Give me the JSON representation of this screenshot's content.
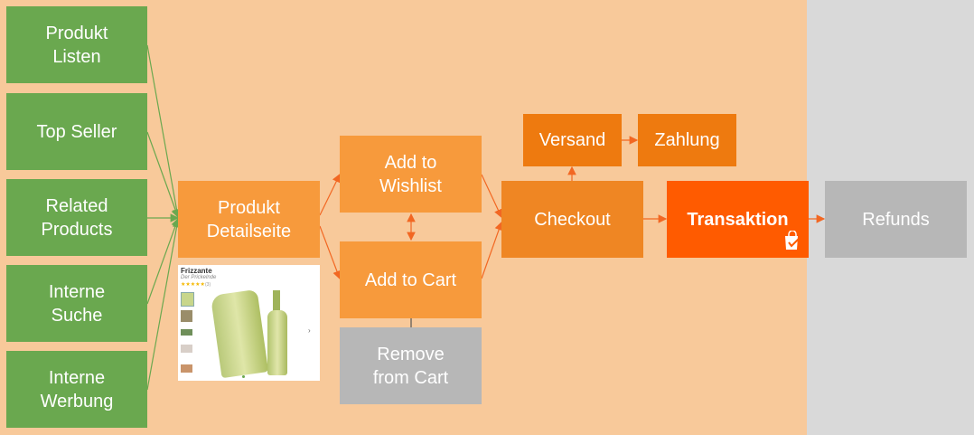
{
  "sources": [
    {
      "label": "Produkt\nListen"
    },
    {
      "label": "Top Seller"
    },
    {
      "label": "Related\nProducts"
    },
    {
      "label": "Interne\nSuche"
    },
    {
      "label": "Interne\nWerbung"
    }
  ],
  "detail": {
    "label": "Produkt\nDetailseite"
  },
  "product_card": {
    "title": "Frizzante",
    "subtitle": "Der Prickelnde",
    "rating": 5,
    "rating_count": "(3)"
  },
  "wishlist": {
    "label": "Add to\nWishlist"
  },
  "cart": {
    "label": "Add to Cart"
  },
  "remove": {
    "label": "Remove\nfrom Cart"
  },
  "checkout": {
    "label": "Checkout"
  },
  "versand": {
    "label": "Versand"
  },
  "zahlung": {
    "label": "Zahlung"
  },
  "transaktion": {
    "label": "Transaktion",
    "icon": "shopping-bag-check-icon"
  },
  "refunds": {
    "label": "Refunds"
  },
  "colors": {
    "green": "#6aa84f",
    "detail": "#f79a3c",
    "checkout": "#ef8623",
    "versand": "#ee7a0f",
    "transaktion": "#ff5b00",
    "gray": "#b7b7b7",
    "peach": "#f8c99a"
  }
}
